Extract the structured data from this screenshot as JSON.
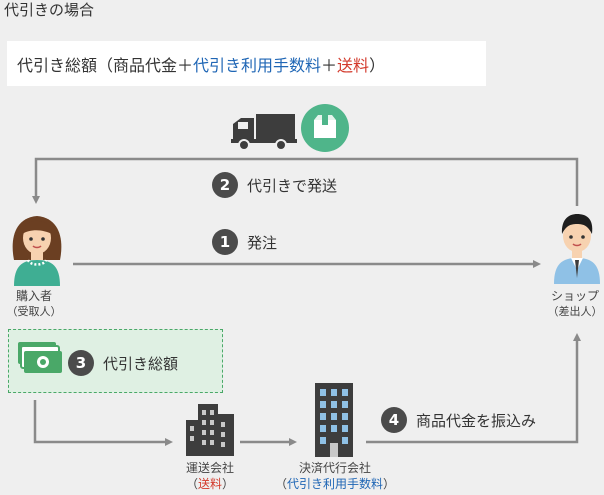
{
  "heading": "代引きの場合",
  "formula": {
    "prefix": "代引き総額（商品代金＋",
    "fee": "代引き利用手数料",
    "plus": "＋",
    "shipping": "送料",
    "suffix": "）"
  },
  "steps": [
    {
      "num": "1",
      "label": "発注"
    },
    {
      "num": "2",
      "label": "代引きで発送"
    },
    {
      "num": "3",
      "label": "代引き総額"
    },
    {
      "num": "4",
      "label": "商品代金を振込み"
    }
  ],
  "buyer": {
    "name": "購入者",
    "role": "（受取人）"
  },
  "shop": {
    "name": "ショップ",
    "role": "（差出人）"
  },
  "carrier": {
    "name": "運送会社",
    "open": "（",
    "fee": "送料",
    "close": "）"
  },
  "agency": {
    "name": "決済代行会社",
    "open": "（",
    "fee": "代引き利用手数料",
    "close": "）"
  },
  "icons": [
    "truck-icon",
    "box-icon",
    "buyer-avatar-icon",
    "shop-avatar-icon",
    "cash-icon",
    "carrier-building-icon",
    "agency-building-icon"
  ],
  "colors": {
    "accent_blue": "#1f66b5",
    "accent_red": "#d33a2c",
    "green": "#4aa868",
    "box_green": "#dff0e3",
    "arrow": "#8a8a8a"
  }
}
